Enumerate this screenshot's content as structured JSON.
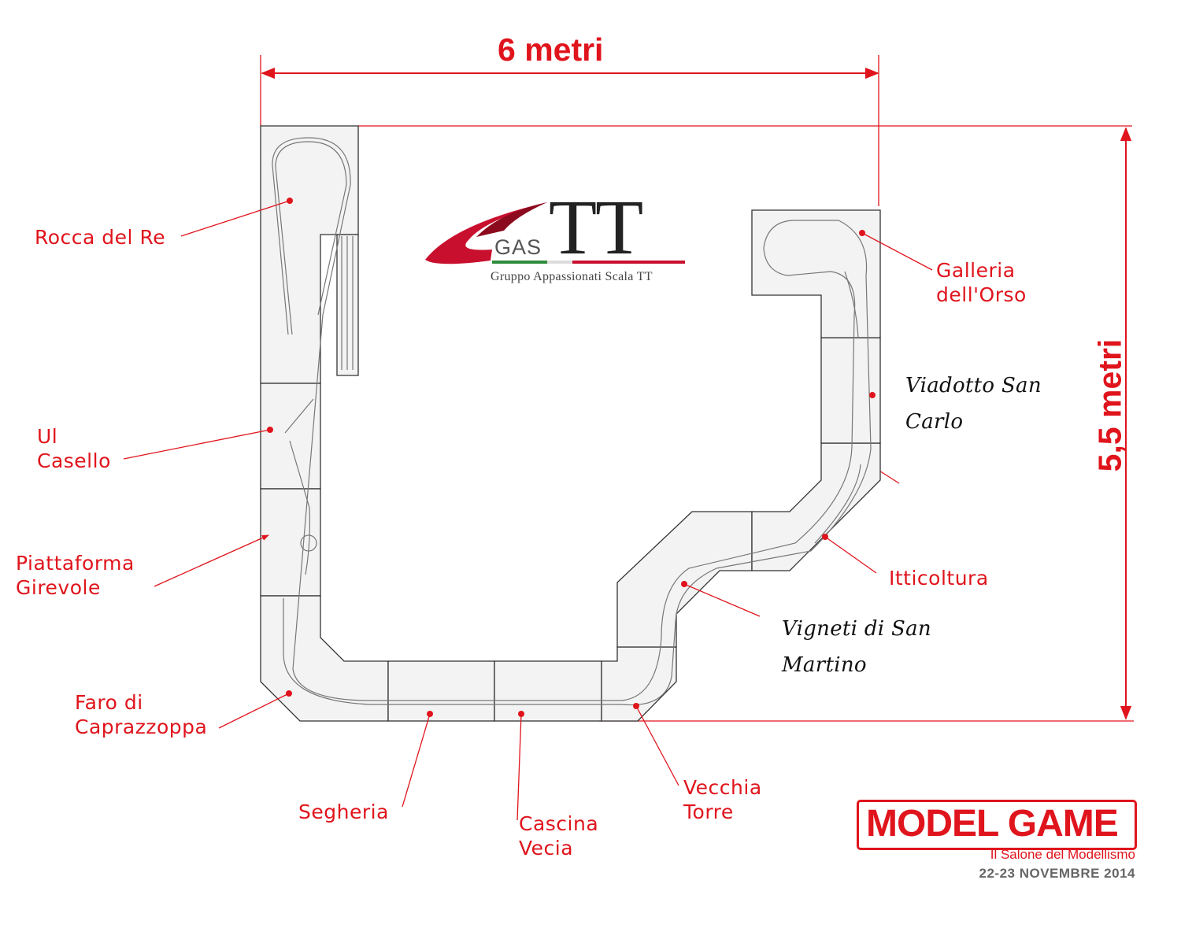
{
  "dimensions": {
    "width_label": "6 metri",
    "height_label": "5,5 metri"
  },
  "labels": {
    "rocca_del_re": "Rocca del Re",
    "casello": [
      "Ul",
      "Casello"
    ],
    "piattaforma": [
      "Piattaforma",
      "Girevole"
    ],
    "faro": [
      "Faro di",
      "Caprazzoppa"
    ],
    "segheria": "Segheria",
    "cascina": [
      "Cascina",
      "Vecia"
    ],
    "vecchia_torre": [
      "Vecchia",
      "Torre"
    ],
    "itticoltura": "Itticoltura",
    "galleria": [
      "Galleria",
      "dell'Orso"
    ],
    "viadotto": [
      "Viadotto San",
      "Carlo"
    ],
    "vigneti": [
      "Vigneti di San",
      "Martino"
    ]
  },
  "gas_logo": {
    "gas": "GAS",
    "tt": "TT",
    "subtitle": "Gruppo Appassionati Scala TT"
  },
  "model_game_logo": {
    "title": "MODEL GAME",
    "subtitle": "Il Salone del Modellismo",
    "date": "22-23 NOVEMBRE 2014"
  },
  "colors": {
    "label_red": "#e0141c",
    "module_fill": "#f3f3f3",
    "module_stroke": "#333333",
    "track": "#777777",
    "flag_green": "#2e8b3a",
    "flag_red": "#c8102e"
  }
}
